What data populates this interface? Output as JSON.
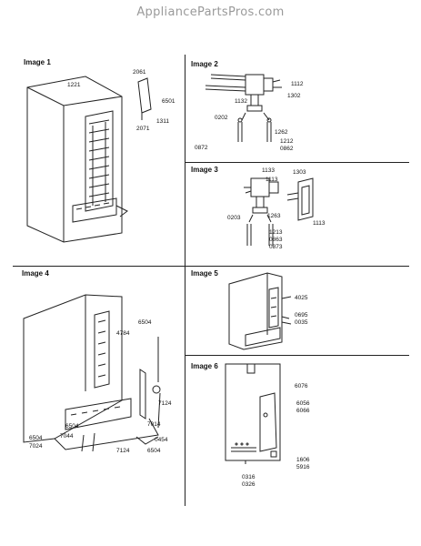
{
  "watermark": "AppliancePartsPros.com",
  "panels": {
    "image1": {
      "title": "Image 1",
      "labels": [
        "2061",
        "1221",
        "6501",
        "1311",
        "2071"
      ]
    },
    "image2": {
      "title": "Image 2",
      "labels": [
        "1112",
        "1132",
        "1302",
        "0202",
        "1262",
        "1212",
        "0872",
        "0862"
      ]
    },
    "image3": {
      "title": "Image 3",
      "labels": [
        "1133",
        "1303",
        "1113",
        "1113",
        "0203",
        "1263",
        "1213",
        "0863",
        "0873"
      ]
    },
    "image4": {
      "title": "Image 4",
      "labels": [
        "6504",
        "4784",
        "7124",
        "6504",
        "7014",
        "6504",
        "7044",
        "7024",
        "0454",
        "7124",
        "6504"
      ]
    },
    "image5": {
      "title": "Image 5",
      "labels": [
        "4025",
        "0695",
        "0035"
      ]
    },
    "image6": {
      "title": "Image 6",
      "labels": [
        "6076",
        "6056",
        "6066",
        "1606",
        "5916",
        "0316",
        "0326"
      ]
    }
  }
}
